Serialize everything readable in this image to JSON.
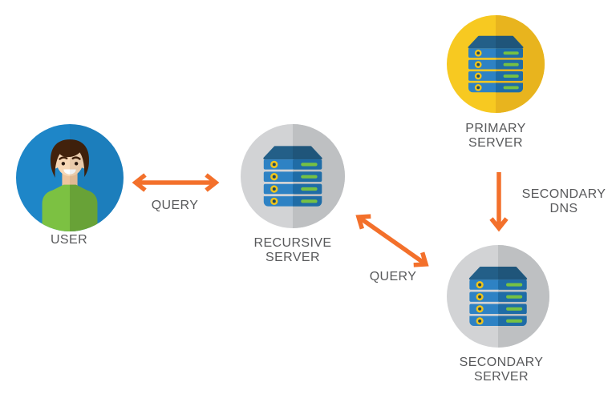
{
  "diagram": {
    "nodes": {
      "user": {
        "label": "USER",
        "icon": "user-avatar-icon"
      },
      "recursive_server": {
        "label": "RECURSIVE SERVER",
        "icon": "server-icon"
      },
      "primary_server": {
        "label": "PRIMARY SERVER",
        "icon": "server-icon"
      },
      "secondary_server": {
        "label": "SECONDARY SERVER",
        "icon": "server-icon"
      }
    },
    "edges": {
      "user_recursive": {
        "label": "QUERY",
        "type": "double-arrow",
        "direction": "horizontal"
      },
      "recursive_secondary": {
        "label": "QUERY",
        "type": "double-arrow",
        "direction": "diagonal"
      },
      "primary_secondary": {
        "label": "SECONDARY DNS",
        "type": "single-arrow",
        "direction": "down"
      }
    }
  },
  "colors": {
    "arrow_orange": "#F3702B",
    "label_gray": "#58595B",
    "circle_gray_light": "#D2D3D5",
    "circle_gray_dark": "#BEC0C2",
    "circle_yellow_light": "#F7C921",
    "circle_yellow_dark": "#E8B41E",
    "user_circle_blue": "#1E86C8",
    "server_blue_light": "#2E82C4",
    "server_blue_dark": "#1F6CA6",
    "server_lid_blue": "#235F88",
    "led_yellow": "#F0C41B",
    "led_hole": "#1C4A63",
    "bar_green": "#76C143",
    "shirt_green": "#7CC142",
    "hair_brown": "#42220C",
    "skin": "#F8D8B6"
  }
}
